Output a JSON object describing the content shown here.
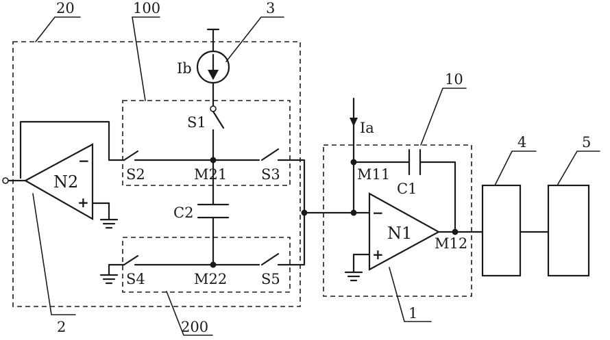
{
  "diagram": {
    "reference_numerals": {
      "block_20": "20",
      "block_100": "100",
      "source_3": "3",
      "block_10": "10",
      "block_4": "4",
      "block_5": "5",
      "amp_2": "2",
      "block_200": "200",
      "amp_1": "1"
    },
    "current_sources": {
      "ib": "Ib",
      "ia": "Ia"
    },
    "switches": {
      "s1": "S1",
      "s2": "S2",
      "s3": "S3",
      "s4": "S4",
      "s5": "S5"
    },
    "nodes": {
      "m21": "M21",
      "m22": "M22",
      "m11": "M11",
      "m12": "M12"
    },
    "capacitors": {
      "c1": "C1",
      "c2": "C2"
    },
    "amplifiers": {
      "n1": "N1",
      "n2": "N2",
      "minus": "−",
      "plus": "+"
    }
  }
}
